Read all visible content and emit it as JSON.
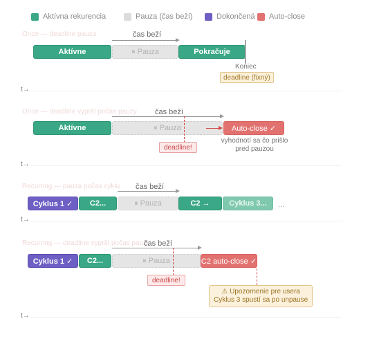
{
  "legend": [
    {
      "label": "Aktívna rekurencia",
      "color": "#3aa886"
    },
    {
      "label": "Pauza (čas beží)",
      "color": "#dcdcdc"
    },
    {
      "label": "Dokončená",
      "color": "#6d5fc4"
    },
    {
      "label": "Auto-close",
      "color": "#e27270"
    }
  ],
  "colors": {
    "active": "#3aa886",
    "pause": "#e5e5e5",
    "done": "#6d5fc4",
    "auto_close": "#e27270",
    "deadline": "#d44a4a"
  },
  "common": {
    "cas_bezi": "čas beží",
    "time_axis": "t→"
  },
  "s1": {
    "title": "Once — deadline pauza",
    "active": "Aktívne",
    "pause": "⏸ Pauza",
    "continues": "Pokračuje",
    "end": "Koniec",
    "deadline_fixed": "deadline (fixný)"
  },
  "s2": {
    "title": "Once — deadline vyprší počas pauzy",
    "active": "Aktívne",
    "pause": "⏸ Pauza",
    "deadline": "deadline!",
    "auto_close": "Auto-close ✓",
    "note_line1": "vyhodnotí sa čo prišlo",
    "note_line2": "pred pauzou"
  },
  "s3": {
    "title": "Recurring — pauza počas cyklu",
    "c1": "Cyklus 1 ✓",
    "c2": "C2...",
    "pause": "⏸ Pauza",
    "c2_cont": "C2 →",
    "c3": "Cyklus 3...",
    "ellipsis": "..."
  },
  "s4": {
    "title": "Recurring — deadline vyprší počas pauzy",
    "c1": "Cyklus 1 ✓",
    "c2": "C2...",
    "pause": "⏸ Pauza",
    "deadline": "deadline!",
    "auto_close": "C2 auto-close ✓",
    "warn_line1": "⚠ Upozornenie pre usera",
    "warn_line2": "Cyklus 3 spustí sa po unpause"
  }
}
